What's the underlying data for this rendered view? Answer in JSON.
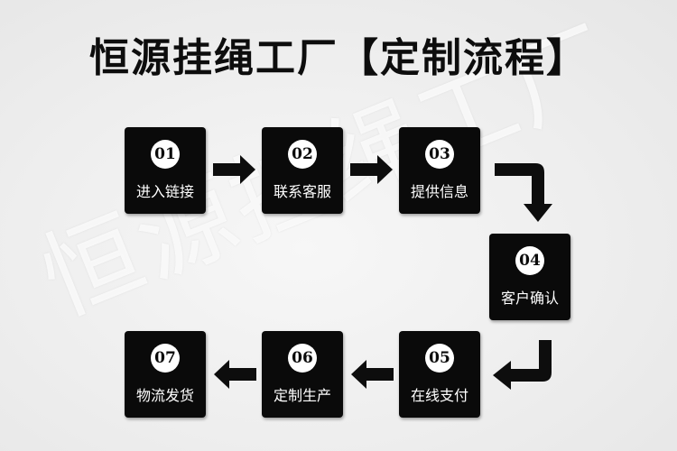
{
  "title": "恒源挂绳工厂【定制流程】",
  "watermark": "恒源挂绳工厂",
  "steps": [
    {
      "number": "01",
      "label": "进入链接"
    },
    {
      "number": "02",
      "label": "联系客服"
    },
    {
      "number": "03",
      "label": "提供信息"
    },
    {
      "number": "04",
      "label": "客户确认"
    },
    {
      "number": "05",
      "label": "在线支付"
    },
    {
      "number": "06",
      "label": "定制生产"
    },
    {
      "number": "07",
      "label": "物流发货"
    }
  ],
  "colors": {
    "box": "#0a0a0a",
    "badge": "#ffffff",
    "arrow": "#0d0d0d",
    "background": "#f2f2f2"
  }
}
